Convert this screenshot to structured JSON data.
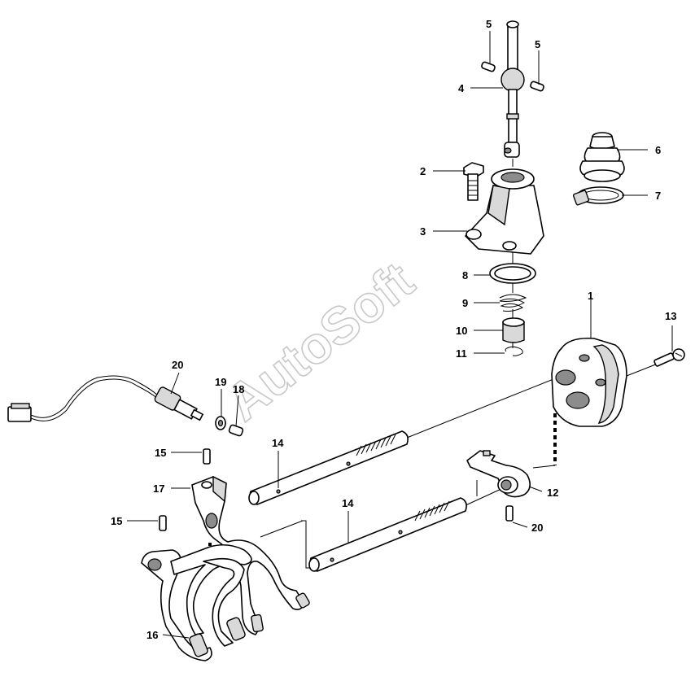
{
  "watermark": "AutoSoft",
  "callouts": [
    {
      "id": "c1",
      "text": "1"
    },
    {
      "id": "c2",
      "text": "2"
    },
    {
      "id": "c3",
      "text": "3"
    },
    {
      "id": "c4",
      "text": "4"
    },
    {
      "id": "c5a",
      "text": "5"
    },
    {
      "id": "c5b",
      "text": "5"
    },
    {
      "id": "c6",
      "text": "6"
    },
    {
      "id": "c7",
      "text": "7"
    },
    {
      "id": "c8",
      "text": "8"
    },
    {
      "id": "c9",
      "text": "9"
    },
    {
      "id": "c10",
      "text": "10"
    },
    {
      "id": "c11",
      "text": "11"
    },
    {
      "id": "c12",
      "text": "12"
    },
    {
      "id": "c13",
      "text": "13"
    },
    {
      "id": "c14a",
      "text": "14"
    },
    {
      "id": "c14b",
      "text": "14"
    },
    {
      "id": "c15a",
      "text": "15"
    },
    {
      "id": "c15b",
      "text": "15"
    },
    {
      "id": "c16",
      "text": "16"
    },
    {
      "id": "c17",
      "text": "17"
    },
    {
      "id": "c18",
      "text": "18"
    },
    {
      "id": "c19",
      "text": "19"
    },
    {
      "id": "c20a",
      "text": "20"
    },
    {
      "id": "c20b",
      "text": "20"
    }
  ]
}
